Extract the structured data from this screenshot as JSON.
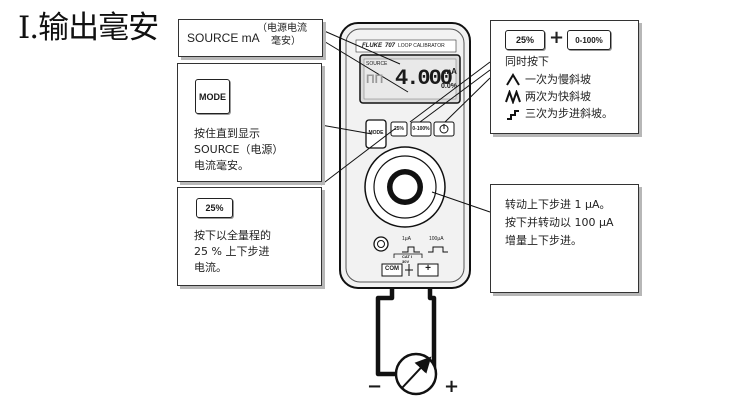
{
  "title": "I.输出毫安",
  "callouts": {
    "source": {
      "label_main": "SOURCE mA",
      "label_line1": "（电源电流",
      "label_line2": "毫安）"
    },
    "mode": {
      "key": "MODE",
      "line1": "按住直到显示",
      "line2": "SOURCE（电源）",
      "line3": "电流毫安。"
    },
    "pct25": {
      "key": "25%",
      "line1": "按下以全量程的",
      "line2": "25 % 上下步进",
      "line3": "电流。"
    },
    "combo": {
      "key1": "25%",
      "plus": "+",
      "key2": "0-100%",
      "heading": "同时按下",
      "items": [
        {
          "icon": "slow-ramp-icon",
          "text": "一次为慢斜坡"
        },
        {
          "icon": "fast-ramp-icon",
          "text": "两次为快斜坡"
        },
        {
          "icon": "step-ramp-icon",
          "text": "三次为步进斜坡。"
        }
      ]
    },
    "knob": {
      "line1": "转动上下步进  1  μA。",
      "line2": "按下并转动以  100  μA",
      "line3": "增量上下步进。"
    }
  },
  "device": {
    "brand": "FLUKE",
    "model": "707",
    "subtitle": "LOOP CALIBRATOR",
    "display": {
      "mode": "SOURCE",
      "value": "4.000",
      "unit": "mA",
      "percent": "0.0%",
      "dim_digits": "ПП"
    },
    "buttons": {
      "mode": "MODE",
      "pct25": "25%",
      "range": "0-100%"
    },
    "knob_labels": {
      "small": "1μA",
      "large": "100μA"
    },
    "terminals": {
      "cat": "CAT I",
      "volt": "30V",
      "com": "COM",
      "plus": "+"
    }
  },
  "circuit": {
    "minus": "−",
    "plus": "+"
  }
}
